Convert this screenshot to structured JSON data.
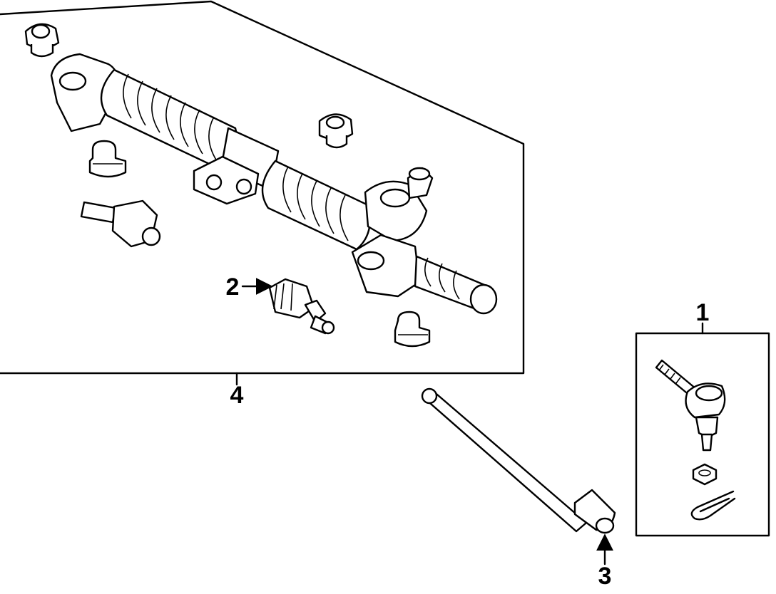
{
  "callouts": {
    "c1": "1",
    "c2": "2",
    "c3": "3",
    "c4": "4"
  },
  "parts": {
    "1": "tie-rod-end-assembly",
    "2": "steering-pinion-valve",
    "3": "inner-tie-rod",
    "4": "steering-rack-gear-assembly"
  }
}
